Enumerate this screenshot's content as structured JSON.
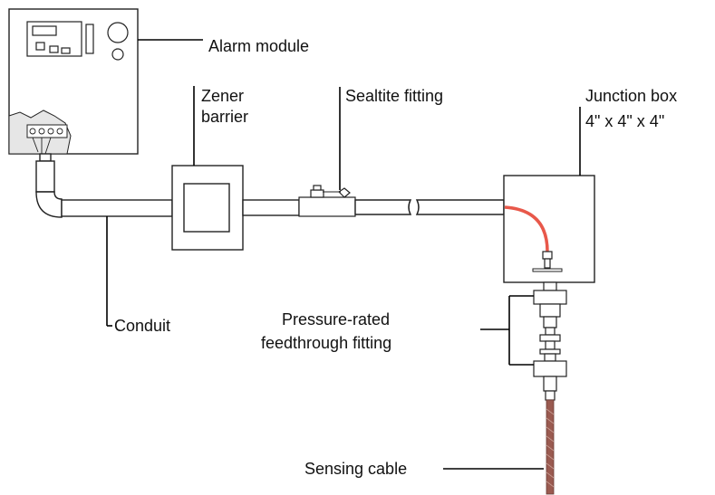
{
  "labels": {
    "alarm_module": "Alarm module",
    "zener_line1": "Zener",
    "zener_line2": "barrier",
    "sealtite": "Sealtite fitting",
    "junction_line1": "Junction box",
    "junction_line2": "4\" x 4\" x 4\"",
    "conduit": "Conduit",
    "feedthrough_line1": "Pressure-rated",
    "feedthrough_line2": "feedthrough fitting",
    "sensing_cable": "Sensing cable"
  },
  "colors": {
    "wire": "#e8584a",
    "cable": "#9a5a50",
    "outline": "#222222"
  }
}
